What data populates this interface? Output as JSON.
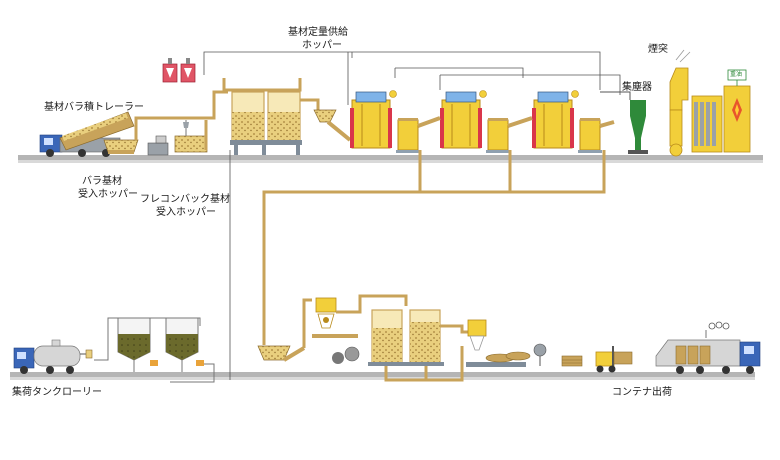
{
  "labels": {
    "bulk_trailer": "基材バラ積トレーラー",
    "bulk_hopper_line1": "バラ基材",
    "bulk_hopper_line2": "受入ホッパー",
    "flexcon_line1": "フレコンバック基材",
    "flexcon_line2": "受入ホッパー",
    "feed_hopper_line1": "基材定量供給",
    "feed_hopper_line2": "ホッパー",
    "chimney": "煙突",
    "dust_collector": "集塵器",
    "tank_lorry": "集荷タンクローリー",
    "container_shipping": "コンテナ出荷",
    "heavy_oil_tag": "重油"
  },
  "colors": {
    "ground": "#b8b8b8",
    "pipe": "#c8a35a",
    "pipe_dark": "#9e7a35",
    "vessel": "#f2cf3a",
    "vessel_fill": "#c9a24a",
    "grey_tank": "#d6d6d6",
    "accent_red": "#d9364a",
    "green_machine": "#2f8a3a",
    "blue_cab": "#3a66b8"
  }
}
